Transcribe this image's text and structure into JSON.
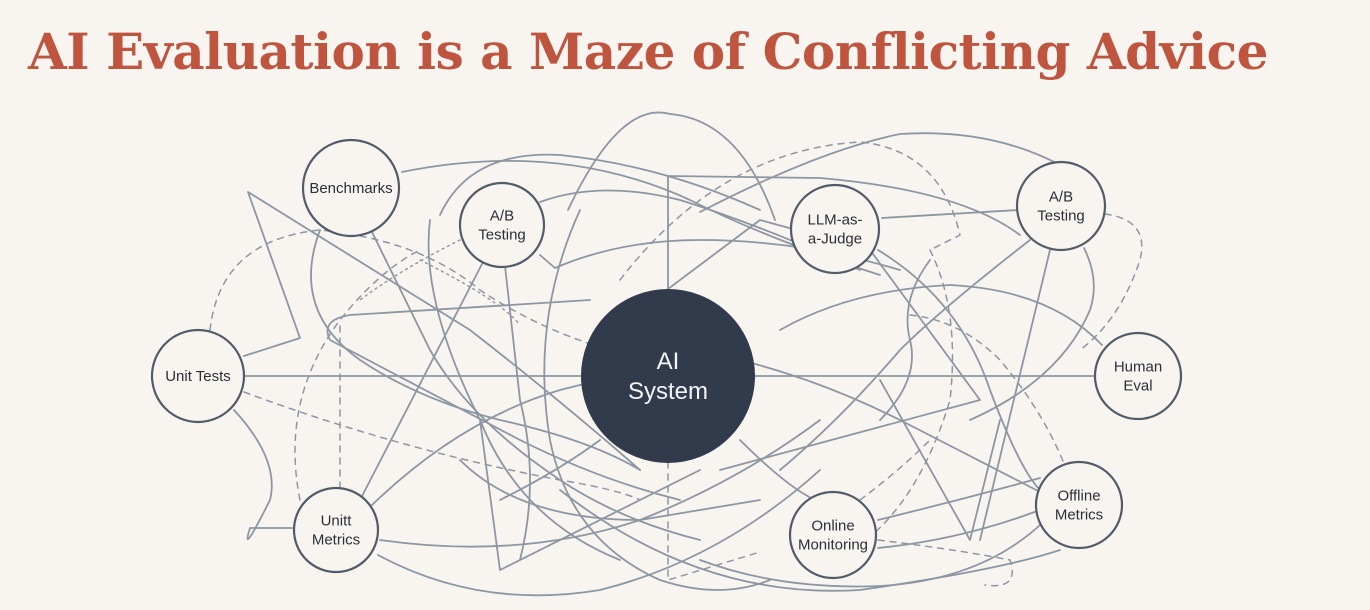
{
  "title": "AI Evaluation is a Maze of Conflicting Advice",
  "colors": {
    "title": "#c0553f",
    "background": "#f8f5f0",
    "hub_fill": "#323b4b",
    "node_stroke": "#525b68",
    "edge": "#8d96a3"
  },
  "hub": {
    "id": "ai-system",
    "lines": [
      "AI",
      "System"
    ]
  },
  "nodes": [
    {
      "id": "benchmarks",
      "lines": [
        "Benchmarks"
      ]
    },
    {
      "id": "ab-testing-left",
      "lines": [
        "A/B",
        "Testing"
      ]
    },
    {
      "id": "llm-as-a-judge",
      "lines": [
        "LLM-as-",
        "a-Judge"
      ]
    },
    {
      "id": "ab-testing-right",
      "lines": [
        "A/B",
        "Testing"
      ]
    },
    {
      "id": "unit-tests",
      "lines": [
        "Unit Tests"
      ]
    },
    {
      "id": "human-eval",
      "lines": [
        "Human",
        "Eval"
      ]
    },
    {
      "id": "unitt-metrics",
      "lines": [
        "Unitt",
        "Metrics"
      ]
    },
    {
      "id": "online-monitoring",
      "lines": [
        "Online",
        "Monitoring"
      ]
    },
    {
      "id": "offline-metrics",
      "lines": [
        "Offline",
        "Metrics"
      ]
    }
  ],
  "edge_styles": [
    "solid",
    "dashed",
    "dotted"
  ]
}
